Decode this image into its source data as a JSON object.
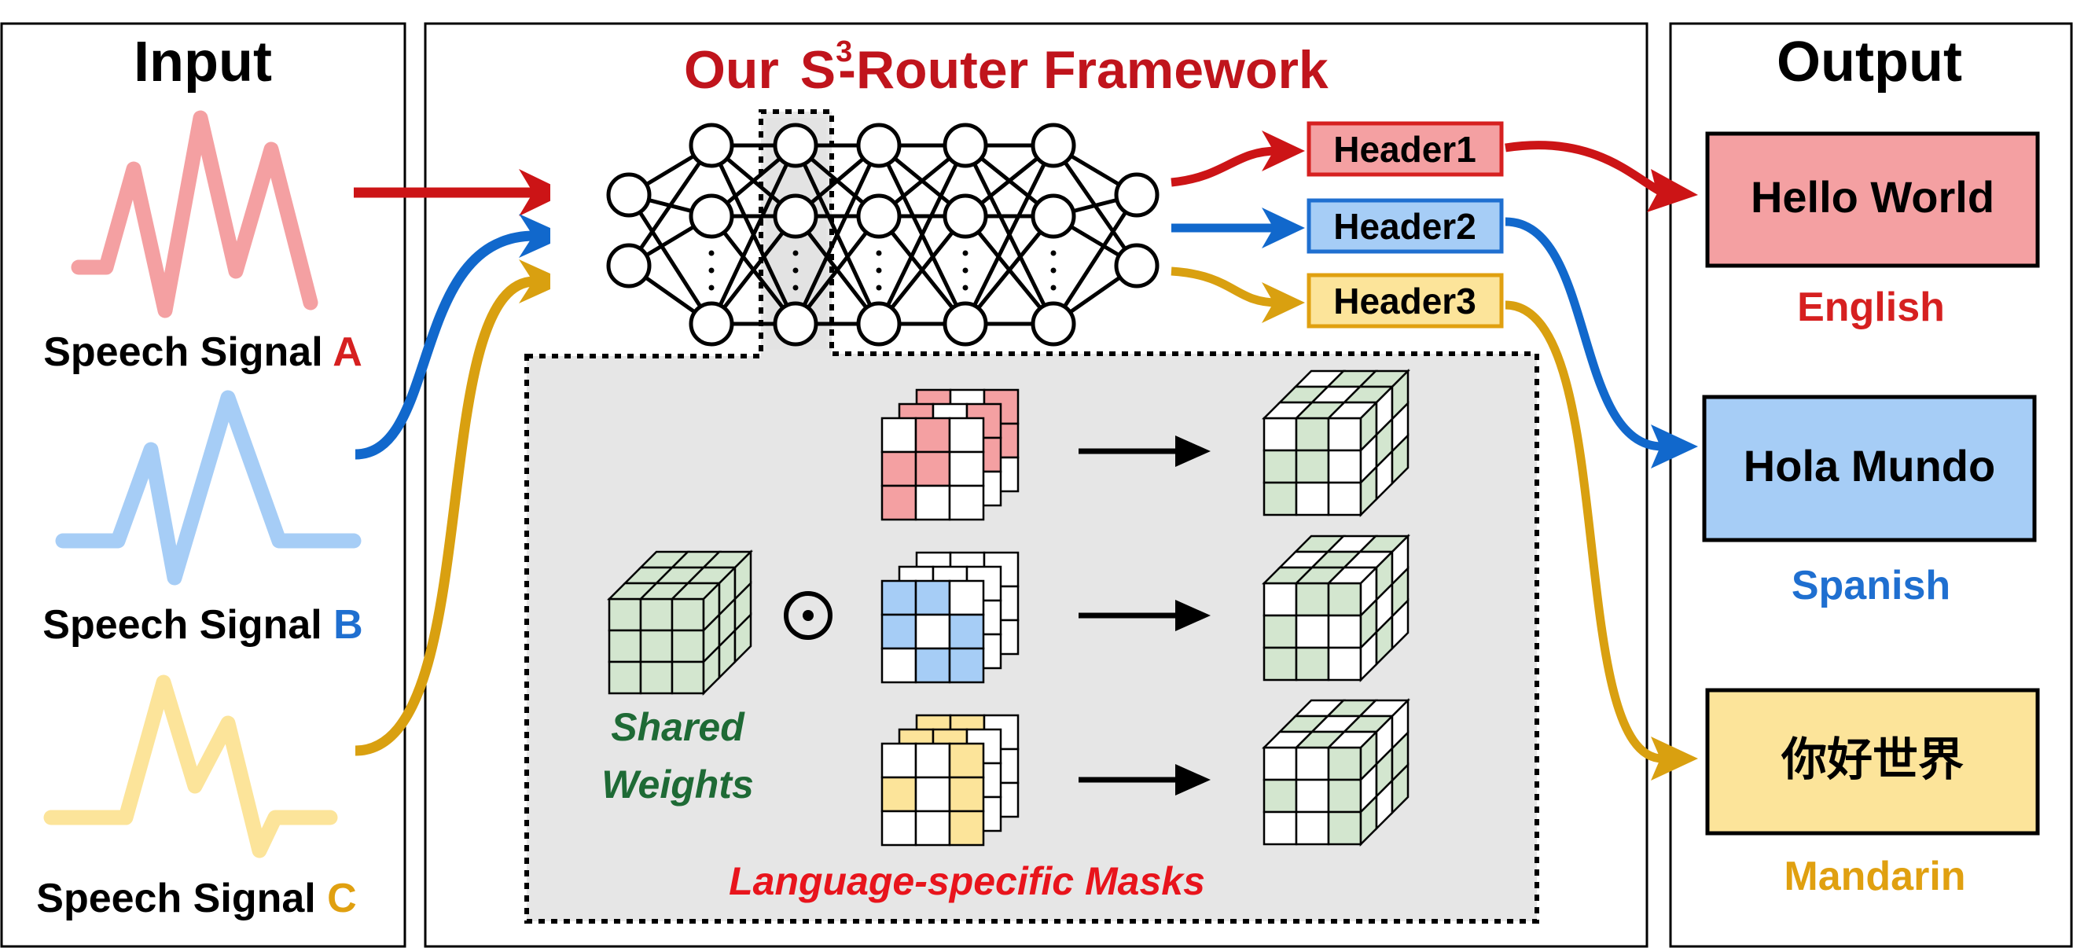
{
  "input": {
    "title": "Input",
    "signals": [
      {
        "label": "Speech Signal ",
        "letter": "A",
        "color": "#d62020",
        "wave_color": "#f4a0a2"
      },
      {
        "label": "Speech Signal ",
        "letter": "B",
        "color": "#1f6fd0",
        "wave_color": "#a6cdf6"
      },
      {
        "label": "Speech Signal ",
        "letter": "C",
        "color": "#e0a010",
        "wave_color": "#fce49a"
      }
    ]
  },
  "framework": {
    "title_prefix": "Our ",
    "title_s": "S",
    "title_sup": "3",
    "title_suffix": "-Router Framework",
    "title_color": "#c0141c",
    "headers": [
      {
        "label": "Header1",
        "fill": "#f4a0a2",
        "stroke": "#d62020"
      },
      {
        "label": "Header2",
        "fill": "#a6cdf6",
        "stroke": "#1f6fd0"
      },
      {
        "label": "Header3",
        "fill": "#fce49a",
        "stroke": "#e0a010"
      }
    ],
    "shared_weights_line1": "Shared",
    "shared_weights_line2": "Weights",
    "shared_weights_color": "#1e6a35",
    "odot_symbol": "⊙",
    "masks_label": "Language-specific Masks",
    "masks_label_color": "#e8141c"
  },
  "output": {
    "title": "Output",
    "items": [
      {
        "text": "Hello World",
        "language": "English",
        "fill": "#f4a0a2",
        "lang_color": "#d62020"
      },
      {
        "text": "Hola Mundo",
        "language": "Spanish",
        "fill": "#a6cdf6",
        "lang_color": "#1f6fd0"
      },
      {
        "text": "你好世界",
        "language": "Mandarin",
        "fill": "#fce49a",
        "lang_color": "#e0a010"
      }
    ]
  },
  "colors": {
    "red_arrow": "#cc1416",
    "blue_arrow": "#1168cc",
    "gold_arrow": "#d9a010",
    "cube_green": "#d3e6cf",
    "panel_gray": "#e6e6e6"
  }
}
